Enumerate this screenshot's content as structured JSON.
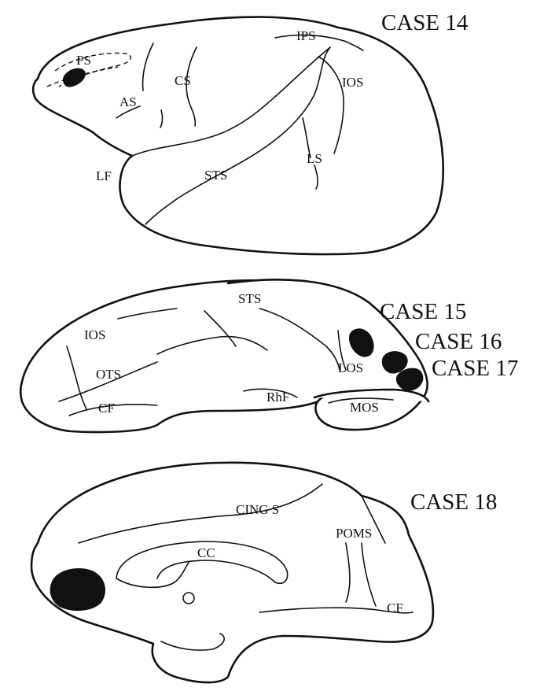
{
  "lateral_view": {
    "case_label": "CASE 14",
    "sulci": {
      "ps": "PS",
      "as": "AS",
      "cs": "CS",
      "ips": "IPS",
      "ios": "IOS",
      "ls": "LS",
      "sts": "STS",
      "lf": "LF"
    }
  },
  "ventral_view": {
    "case_labels": [
      "CASE 15",
      "CASE 16",
      "CASE 17"
    ],
    "sulci": {
      "sts": "STS",
      "ios": "IOS",
      "ots": "OTS",
      "cf": "CF",
      "rhf": "RhF",
      "los": "LOS",
      "mos": "MOS"
    }
  },
  "medial_view": {
    "case_label": "CASE 18",
    "sulci": {
      "cing_s": "CING S",
      "poms": "POMS",
      "cc": "CC",
      "cf": "CF"
    }
  },
  "colors": {
    "lesion": "#111111",
    "outline": "#111111",
    "background": "#ffffff"
  }
}
